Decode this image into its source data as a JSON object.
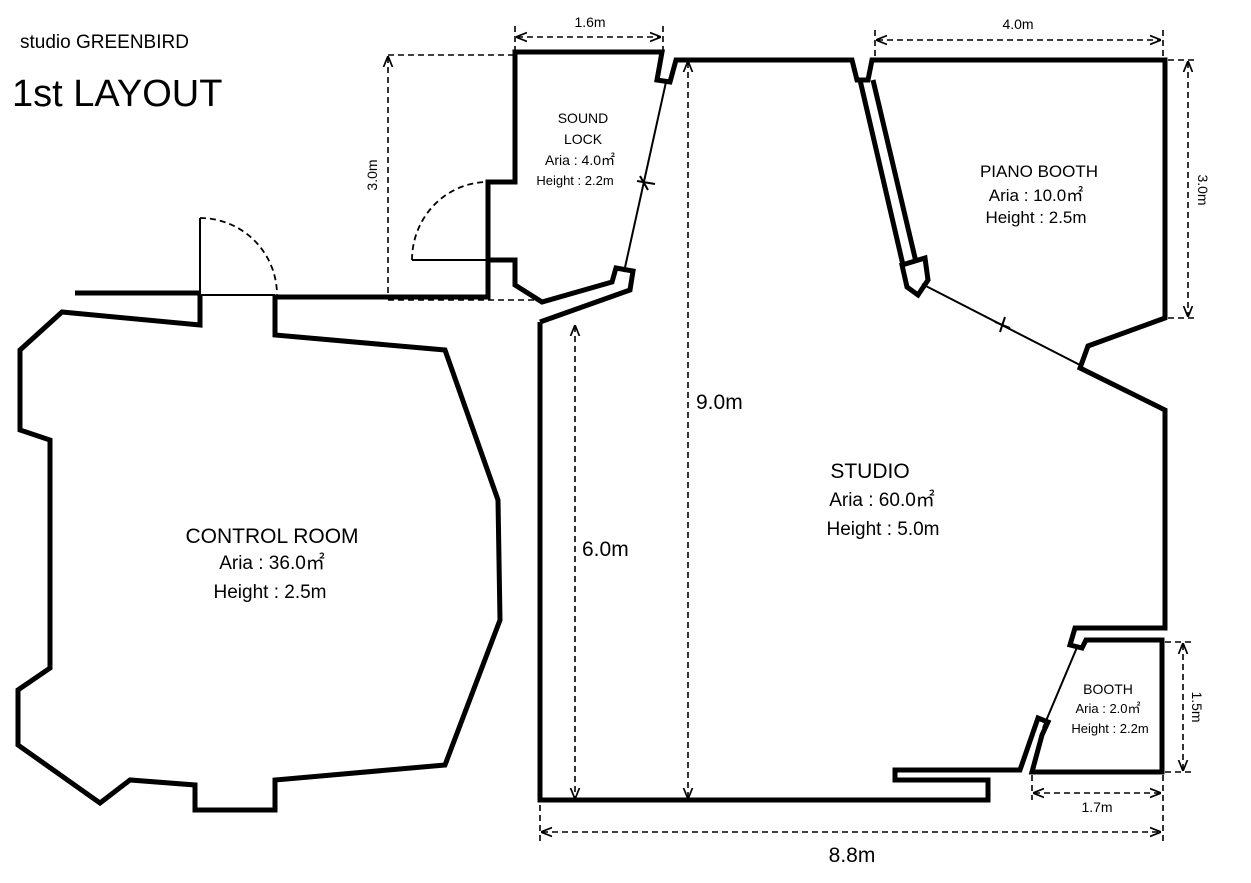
{
  "header": {
    "studio_name": "studio GREENBIRD",
    "layout_title": "1st LAYOUT"
  },
  "rooms": {
    "control_room": {
      "name": "CONTROL ROOM",
      "area": "Aria : 36.0㎡",
      "height": "Height : 2.5m"
    },
    "sound_lock": {
      "name_line1": "SOUND",
      "name_line2": "LOCK",
      "area": "Aria : 4.0㎡",
      "height": "Height : 2.2m"
    },
    "studio": {
      "name": "STUDIO",
      "area": "Aria : 60.0㎡",
      "height": "Height : 5.0m"
    },
    "piano_booth": {
      "name": "PIANO BOOTH",
      "area": "Aria : 10.0㎡",
      "height": "Height : 2.5m"
    },
    "booth": {
      "name": "BOOTH",
      "area": "Aria : 2.0㎡",
      "height": "Height : 2.2m"
    }
  },
  "dimensions": {
    "sound_lock_width": "1.6m",
    "sound_lock_depth": "3.0m",
    "piano_booth_width": "4.0m",
    "piano_booth_depth": "3.0m",
    "studio_height_full": "9.0m",
    "studio_height_left": "6.0m",
    "studio_width": "8.8m",
    "booth_depth": "1.5m",
    "booth_width": "1.7m"
  }
}
